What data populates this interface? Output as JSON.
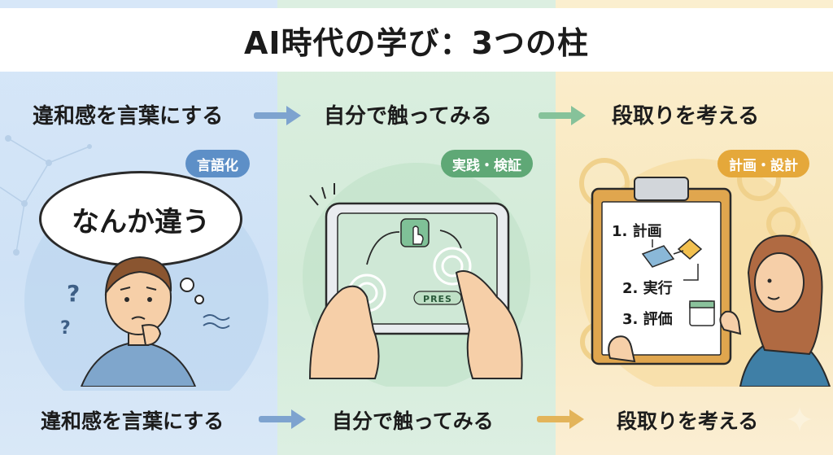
{
  "title": "AI時代の学び：3つの柱",
  "steps_top": [
    "違和感を言葉にする",
    "自分で触ってみる",
    "段取りを考える"
  ],
  "steps_bottom": [
    "違和感を言葉にする",
    "自分で触ってみる",
    "段取りを考える"
  ],
  "tags": [
    "言語化",
    "実践・検証",
    "計画・設計"
  ],
  "speech_text": "なんか違う",
  "tablet_button": "PRES",
  "clipboard_items": [
    "1. 計画",
    "2. 実行",
    "3. 評価"
  ],
  "colors": {
    "blue": "#5d8fc7",
    "green": "#5fa876",
    "orange": "#e5a83a"
  }
}
